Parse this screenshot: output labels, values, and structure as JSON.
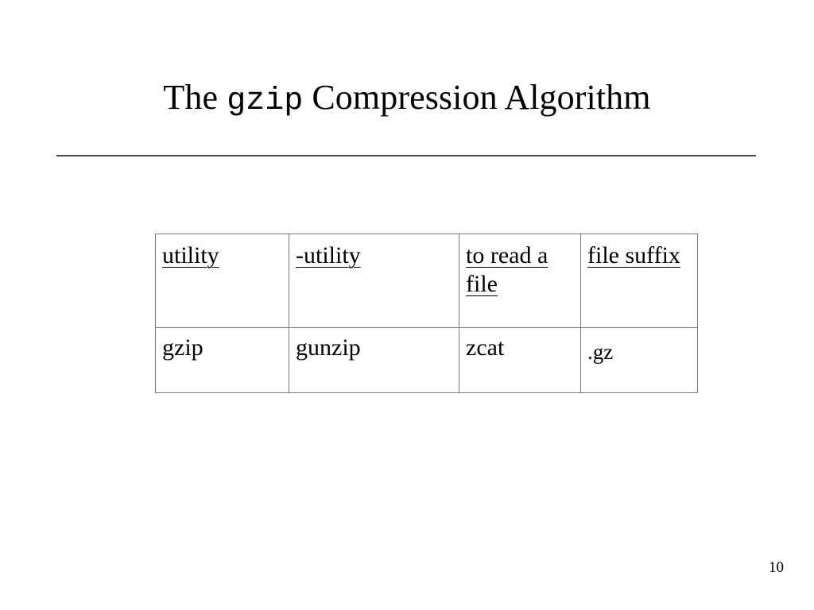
{
  "slide": {
    "background_color": "#ffffff",
    "text_color": "#000000",
    "rule_color": "#484848",
    "table_border_color": "#7b7b7b",
    "page_number": "10"
  },
  "title": {
    "prefix": "The ",
    "mono": "gzip",
    "suffix": " Compression Algorithm",
    "full_text": "The gzip Compression Algorithm"
  },
  "table": {
    "columns": 4,
    "headers": [
      "utility",
      "-utility",
      "to read a file",
      "file suffix"
    ],
    "rows": [
      {
        "utility": "gzip",
        "inverse_utility": "gunzip",
        "reader": "zcat",
        "suffix": ".gz"
      }
    ]
  }
}
